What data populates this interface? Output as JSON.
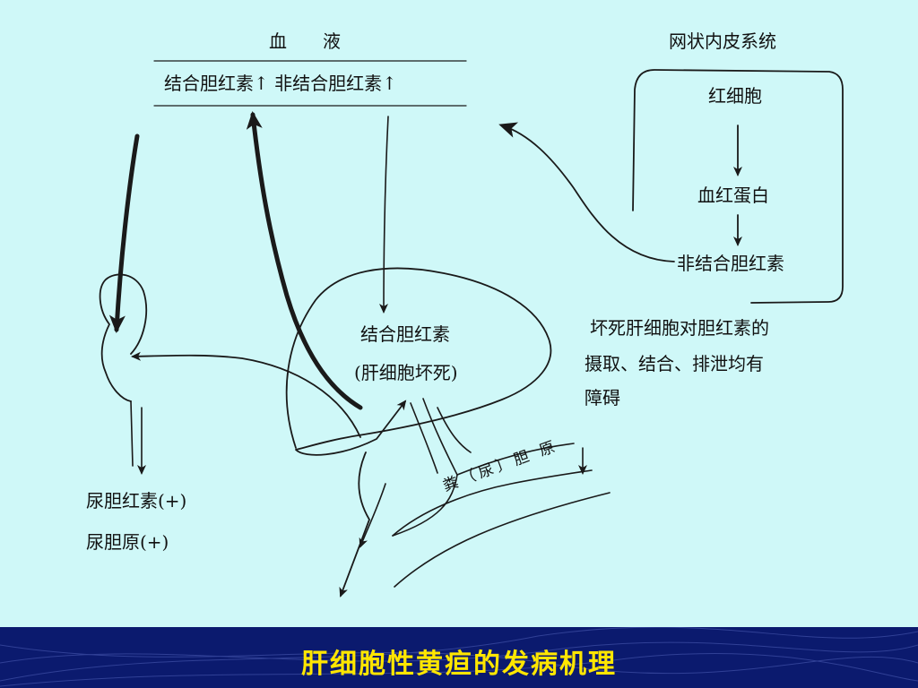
{
  "blood": {
    "title": "血　　液",
    "row": "结合胆红素↑  非结合胆红素↑"
  },
  "res": {
    "title": "网状内皮系统",
    "steps": [
      "红细胞",
      "血红蛋白",
      "非结合胆红素"
    ]
  },
  "liver": {
    "label1": "结合胆红素",
    "label2": "(肝细胞坏死)"
  },
  "note": [
    "坏死肝细胞对胆红素的",
    "摄取、结合、排泄均有",
    "障碍"
  ],
  "urine": [
    "尿胆红素(+)",
    "尿胆原(+)"
  ],
  "intestine_label": "粪（尿〕胆 原",
  "footer": {
    "title": "肝细胞性黄疸的发病机理"
  },
  "colors": {
    "background": "#cff8f8",
    "footer_bg": "#0b1a6e",
    "footer_text": "#ffe600",
    "ink": "#1a1a1a"
  }
}
